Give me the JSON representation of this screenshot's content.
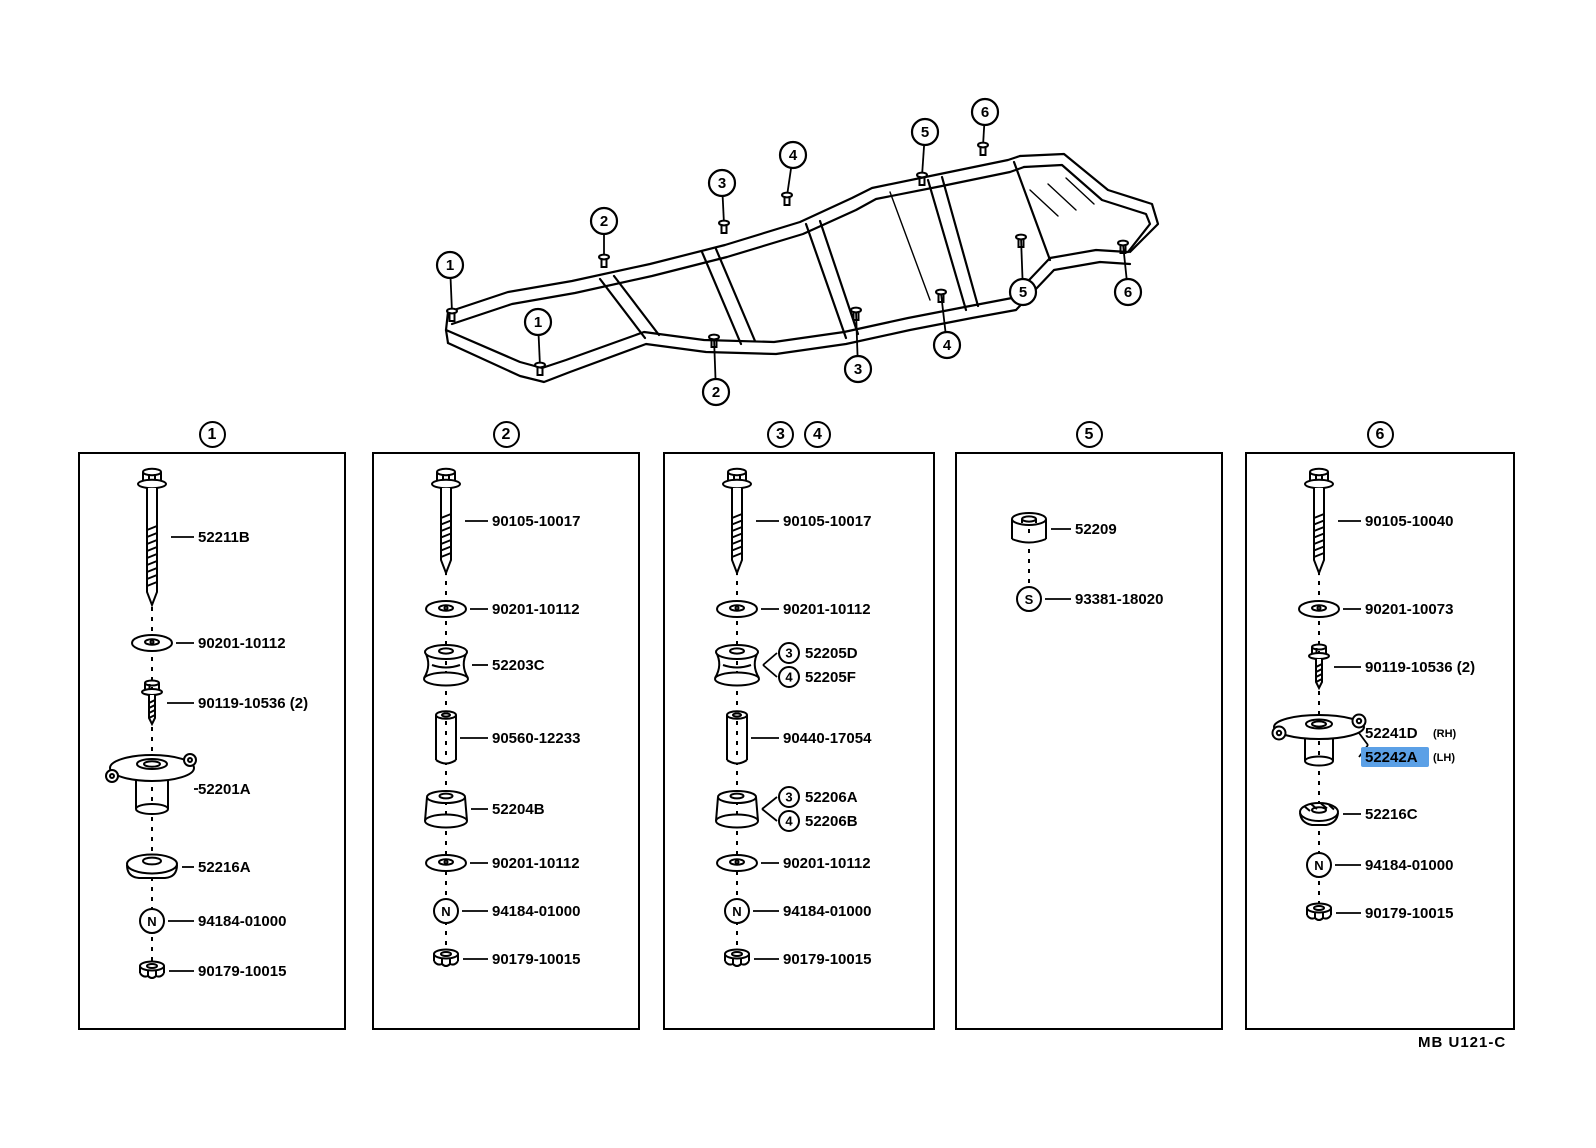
{
  "page": {
    "footer": "MB U121-C",
    "highlight_bg": "#5ba0e6",
    "highlight_fg": "#17409b"
  },
  "frame": {
    "callouts": [
      "1",
      "1",
      "2",
      "2",
      "3",
      "3",
      "4",
      "4",
      "5",
      "5",
      "6",
      "6"
    ]
  },
  "panels": [
    {
      "header": [
        "1"
      ],
      "parts": [
        {
          "icon": "bolt-long",
          "name": "frame-bolt",
          "labels": [
            {
              "text": "52211B"
            }
          ]
        },
        {
          "icon": "washer",
          "name": "washer",
          "labels": [
            {
              "text": "90201-10112"
            }
          ]
        },
        {
          "icon": "bolt-small",
          "name": "bracket-bolt",
          "labels": [
            {
              "text": "90119-10536 (2)"
            }
          ]
        },
        {
          "icon": "mount-cup",
          "name": "body-mount-bracket",
          "labels": [
            {
              "text": "52201A"
            }
          ]
        },
        {
          "icon": "cushion-dome",
          "name": "mount-cushion",
          "labels": [
            {
              "text": "52216A"
            }
          ]
        },
        {
          "icon": "circle-n",
          "name": "nut-marker",
          "glyph": "N",
          "labels": [
            {
              "text": "94184-01000"
            }
          ]
        },
        {
          "icon": "nut",
          "name": "flange-nut",
          "labels": [
            {
              "text": "90179-10015"
            }
          ]
        }
      ]
    },
    {
      "header": [
        "2"
      ],
      "parts": [
        {
          "icon": "bolt-med",
          "name": "frame-bolt",
          "labels": [
            {
              "text": "90105-10017"
            }
          ]
        },
        {
          "icon": "washer",
          "name": "washer",
          "labels": [
            {
              "text": "90201-10112"
            }
          ]
        },
        {
          "icon": "cushion-spool",
          "name": "mount-cushion-upper",
          "labels": [
            {
              "text": "52203C"
            }
          ]
        },
        {
          "icon": "spacer",
          "name": "spacer-collar",
          "labels": [
            {
              "text": "90560-12233"
            }
          ]
        },
        {
          "icon": "cushion-spool2",
          "name": "mount-cushion-lower",
          "labels": [
            {
              "text": "52204B"
            }
          ]
        },
        {
          "icon": "washer",
          "name": "washer",
          "labels": [
            {
              "text": "90201-10112"
            }
          ]
        },
        {
          "icon": "circle-n",
          "name": "nut-marker",
          "glyph": "N",
          "labels": [
            {
              "text": "94184-01000"
            }
          ]
        },
        {
          "icon": "nut",
          "name": "flange-nut",
          "labels": [
            {
              "text": "90179-10015"
            }
          ]
        }
      ]
    },
    {
      "header": [
        "3",
        "4"
      ],
      "parts": [
        {
          "icon": "bolt-med",
          "name": "frame-bolt",
          "labels": [
            {
              "text": "90105-10017"
            }
          ]
        },
        {
          "icon": "washer",
          "name": "washer",
          "labels": [
            {
              "text": "90201-10112"
            }
          ]
        },
        {
          "icon": "cushion-spool",
          "name": "mount-cushion-upper",
          "labels": [
            {
              "badge": "3",
              "text": "52205D"
            },
            {
              "badge": "4",
              "text": "52205F"
            }
          ]
        },
        {
          "icon": "spacer",
          "name": "spacer-collar",
          "labels": [
            {
              "text": "90440-17054"
            }
          ]
        },
        {
          "icon": "cushion-spool2",
          "name": "mount-cushion-lower",
          "labels": [
            {
              "badge": "3",
              "text": "52206A"
            },
            {
              "badge": "4",
              "text": "52206B"
            }
          ]
        },
        {
          "icon": "washer",
          "name": "washer",
          "labels": [
            {
              "text": "90201-10112"
            }
          ]
        },
        {
          "icon": "circle-n",
          "name": "nut-marker",
          "glyph": "N",
          "labels": [
            {
              "text": "94184-01000"
            }
          ]
        },
        {
          "icon": "nut",
          "name": "flange-nut",
          "labels": [
            {
              "text": "90179-10015"
            }
          ]
        }
      ]
    },
    {
      "header": [
        "5"
      ],
      "parts": [
        {
          "icon": "grommet",
          "name": "frame-cushion",
          "labels": [
            {
              "text": "52209"
            }
          ]
        },
        {
          "icon": "circle-s",
          "name": "screw-marker",
          "glyph": "S",
          "labels": [
            {
              "text": "93381-18020"
            }
          ]
        }
      ]
    },
    {
      "header": [
        "6"
      ],
      "parts": [
        {
          "icon": "bolt-med",
          "name": "frame-bolt",
          "labels": [
            {
              "text": "90105-10040"
            }
          ]
        },
        {
          "icon": "washer",
          "name": "washer",
          "labels": [
            {
              "text": "90201-10073"
            }
          ]
        },
        {
          "icon": "bolt-small",
          "name": "bracket-bolt",
          "labels": [
            {
              "text": "90119-10536 (2)"
            }
          ]
        },
        {
          "icon": "mount-flange",
          "name": "mount-support",
          "labels": [
            {
              "text": "52241D",
              "suffix": "(RH)"
            },
            {
              "text": "52242A",
              "suffix": "(LH)",
              "highlight": true
            }
          ]
        },
        {
          "icon": "cushion-ring",
          "name": "mount-cushion",
          "labels": [
            {
              "text": "52216C"
            }
          ]
        },
        {
          "icon": "circle-n",
          "name": "nut-marker",
          "glyph": "N",
          "labels": [
            {
              "text": "94184-01000"
            }
          ]
        },
        {
          "icon": "nut",
          "name": "flange-nut",
          "labels": [
            {
              "text": "90179-10015"
            }
          ]
        }
      ]
    }
  ]
}
